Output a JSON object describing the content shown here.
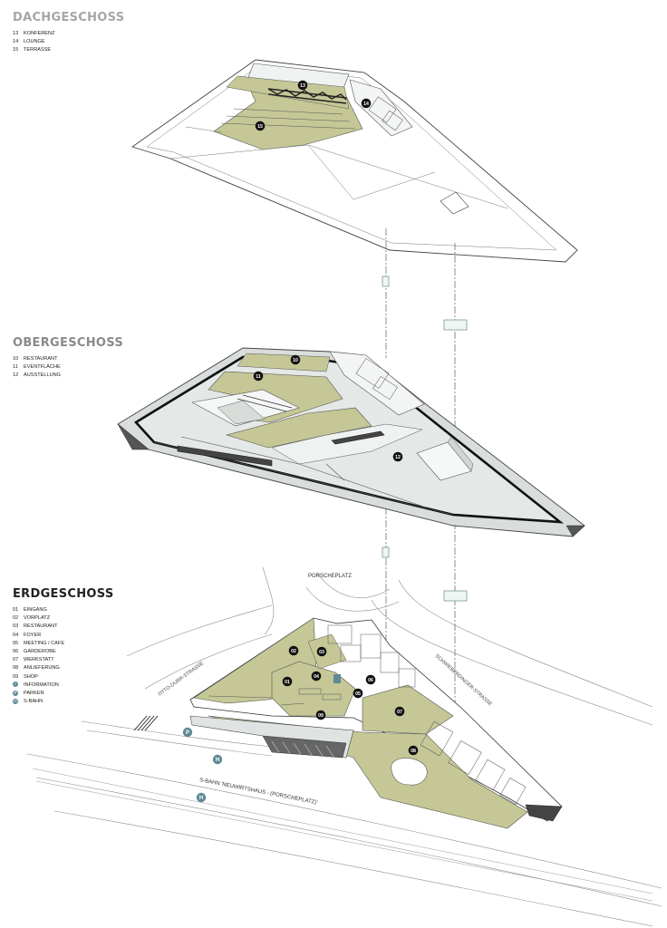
{
  "floors": {
    "dach": {
      "title": "DACHGESCHOSS",
      "title_color": "#a6a6a6",
      "legend": [
        {
          "num": "13",
          "label": "KONFERENZ"
        },
        {
          "num": "14",
          "label": "LOUNGE"
        },
        {
          "num": "15",
          "label": "TERRASSE"
        }
      ],
      "markers": [
        "13",
        "14",
        "15"
      ]
    },
    "ober": {
      "title": "OBERGESCHOSS",
      "title_color": "#8a8a8a",
      "legend": [
        {
          "num": "10",
          "label": "RESTAURANT"
        },
        {
          "num": "11",
          "label": "EVENTFLÄCHE"
        },
        {
          "num": "12",
          "label": "AUSSTELLUNG"
        }
      ],
      "markers": [
        "10",
        "11",
        "12"
      ]
    },
    "erd": {
      "title": "ERDGESCHOSS",
      "title_color": "#222222",
      "legend": [
        {
          "num": "01",
          "label": "EINGANG"
        },
        {
          "num": "02",
          "label": "VORPLATZ"
        },
        {
          "num": "03",
          "label": "RESTAURANT"
        },
        {
          "num": "04",
          "label": "FOYER"
        },
        {
          "num": "05",
          "label": "MEETING / CAFE"
        },
        {
          "num": "06",
          "label": "GARDEROBE"
        },
        {
          "num": "07",
          "label": "WERKSTATT"
        },
        {
          "num": "08",
          "label": "ANLIEFERUNG"
        },
        {
          "num": "09",
          "label": "SHOP"
        }
      ],
      "symbols": [
        {
          "sym": "I",
          "label": "INFORMATION"
        },
        {
          "sym": "P",
          "label": "PARKEN"
        },
        {
          "sym": "H",
          "label": "S-BAHN"
        }
      ],
      "markers": [
        "01",
        "02",
        "03",
        "04",
        "05",
        "06",
        "07",
        "08",
        "09"
      ]
    }
  },
  "streets": {
    "porscheplatz": "PORSCHEPLATZ",
    "otto_durr": "OTTO-DURR-STRASSE",
    "schwieberdinger": "SCHWIEBERDINGER-STRASSE",
    "sbahn": "S-BAHN 'NEUWIRTSHAUS - (PORSCHEPLATZ)'"
  },
  "map_symbols": {
    "parken": "P",
    "sbahn": "H"
  },
  "colors": {
    "green": "#c5c796",
    "floor_grey": "#e4e9e7",
    "accent_teal": "#5f8a96",
    "marker": "#111111"
  }
}
